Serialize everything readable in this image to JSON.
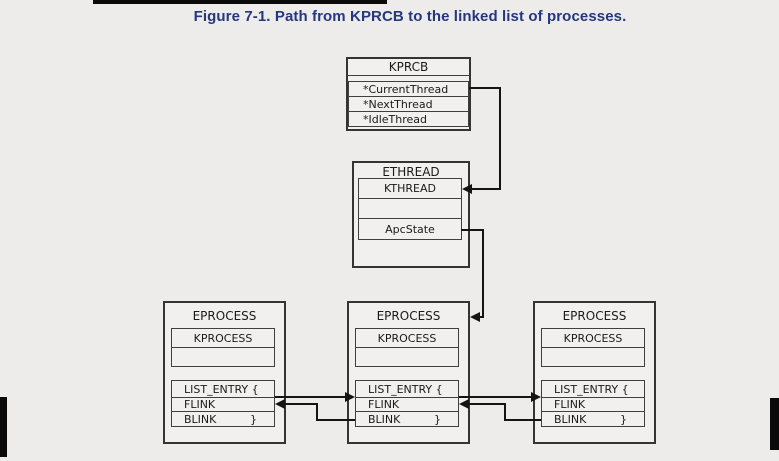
{
  "caption": "Figure 7-1. Path from KPRCB to the linked list of processes.",
  "boxes": {
    "kprcb": {
      "title": "KPRCB",
      "fields": [
        "*CurrentThread",
        "*NextThread",
        "*IdleThread"
      ]
    },
    "ethread": {
      "title": "ETHREAD",
      "kthread": "KTHREAD",
      "apcstate": "ApcState"
    },
    "eprocess": {
      "title": "EPROCESS",
      "kprocess": "KPROCESS",
      "list_entry": "LIST_ENTRY {",
      "flink": "FLINK",
      "blink": "BLINK",
      "closing_brace": "}"
    }
  },
  "colors": {
    "caption_text": "#24377f",
    "diagram_line": "#141414",
    "background": "#edecea",
    "box_fill": "#f1f0ee",
    "scan_border": "#0a0a0a"
  }
}
